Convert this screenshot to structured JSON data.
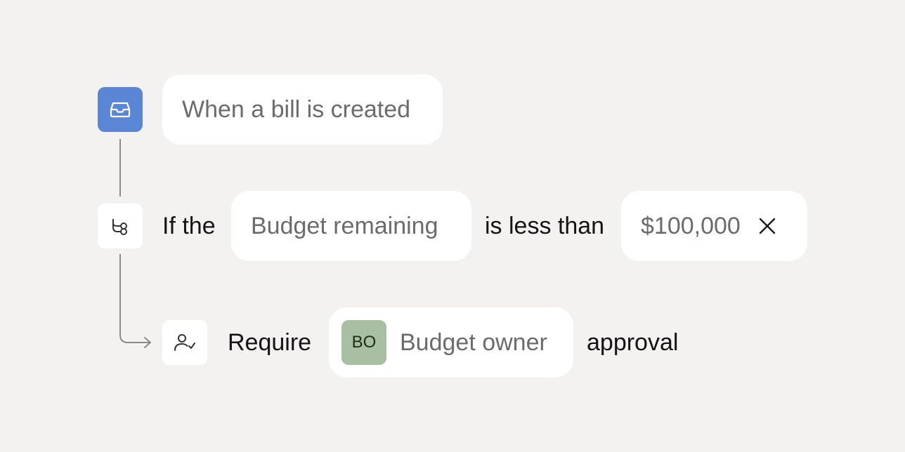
{
  "trigger": {
    "icon": "inbox-icon",
    "accent_color": "#5b86d6",
    "label": "When a bill is created"
  },
  "condition": {
    "icon": "branch-icon",
    "prefix": "If the",
    "field": "Budget remaining",
    "operator": "is less than",
    "value": "$100,000",
    "clear_icon": "close-icon"
  },
  "action": {
    "icon": "user-check-icon",
    "verb": "Require",
    "approver": {
      "initials": "BO",
      "name": "Budget owner",
      "avatar_color": "#a9bfa3"
    },
    "suffix": "approval"
  }
}
